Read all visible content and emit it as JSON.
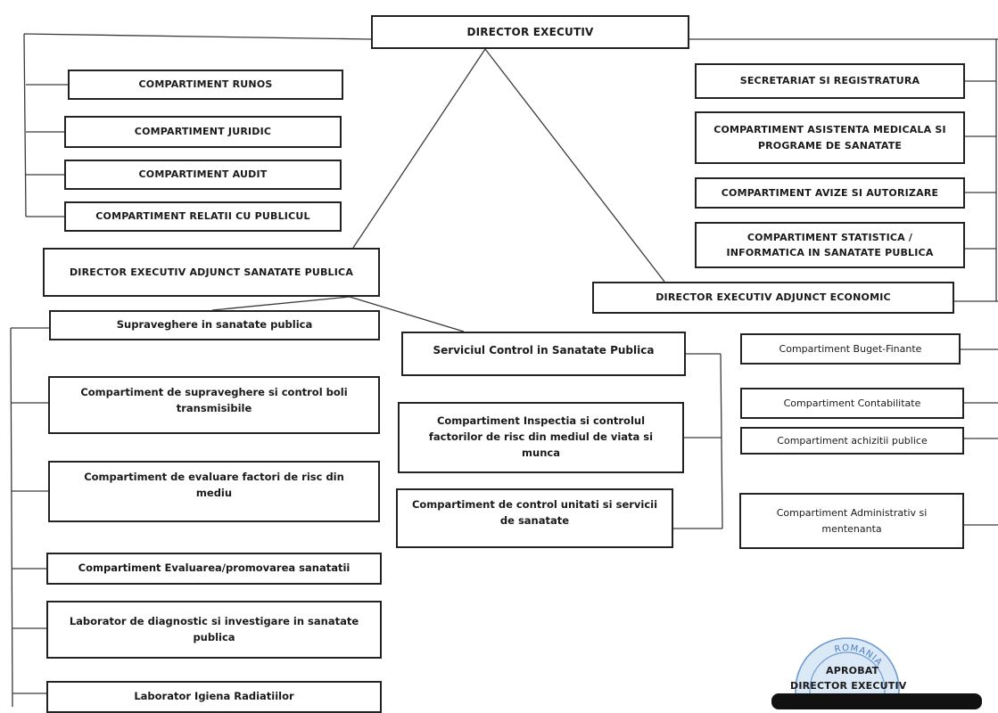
{
  "top": {
    "director": "DIRECTOR EXECUTIV"
  },
  "left_staff": [
    "COMPARTIMENT RUNOS",
    "COMPARTIMENT JURIDIC",
    "COMPARTIMENT AUDIT",
    "COMPARTIMENT RELATII CU PUBLICUL"
  ],
  "right_staff": {
    "secretariat": "SECRETARIAT SI REGISTRATURA",
    "asistenta": "COMPARTIMENT ASISTENTA MEDICALA SI PROGRAME DE SANATATE",
    "avize": "COMPARTIMENT AVIZE SI AUTORIZARE",
    "statistica": "COMPARTIMENT STATISTICA / INFORMATICA IN SANATATE PUBLICA"
  },
  "sanatate": {
    "deputy": "DIRECTOR EXECUTIV ADJUNCT SANATATE PUBLICA",
    "supraveghere": "Supraveghere in sanatate publica",
    "boli": "Compartiment de supraveghere si control boli transmisibile",
    "evaluare_risc": "Compartiment de evaluare factori de risc din mediu",
    "promovare": "Compartiment Evaluarea/promovarea sanatatii",
    "laborator_diagnostic": "Laborator de diagnostic si investigare in sanatate publica",
    "laborator_radiatii": "Laborator Igiena Radiatiilor"
  },
  "control": {
    "serviciu": "Serviciul Control in Sanatate Publica",
    "inspectia": "Compartiment Inspectia si controlul factorilor de risc din mediul de viata si munca",
    "unitati": "Compartiment de control unitati si servicii de sanatate"
  },
  "economic": {
    "deputy": "DIRECTOR EXECUTIV ADJUNCT ECONOMIC",
    "buget": "Compartiment Buget-Finante",
    "contabilitate": "Compartiment Contabilitate",
    "achizitii": "Compartiment achizitii publice",
    "administrativ": "Compartiment Administrativ si mentenanta"
  },
  "stamp": {
    "seal_text": "ROMANIA",
    "line1": "APROBAT",
    "line2": "DIRECTOR EXECUTIV"
  },
  "colors": {
    "line": "#3a3a3a",
    "border": "#222222",
    "stamp": "#4a7fc1"
  }
}
